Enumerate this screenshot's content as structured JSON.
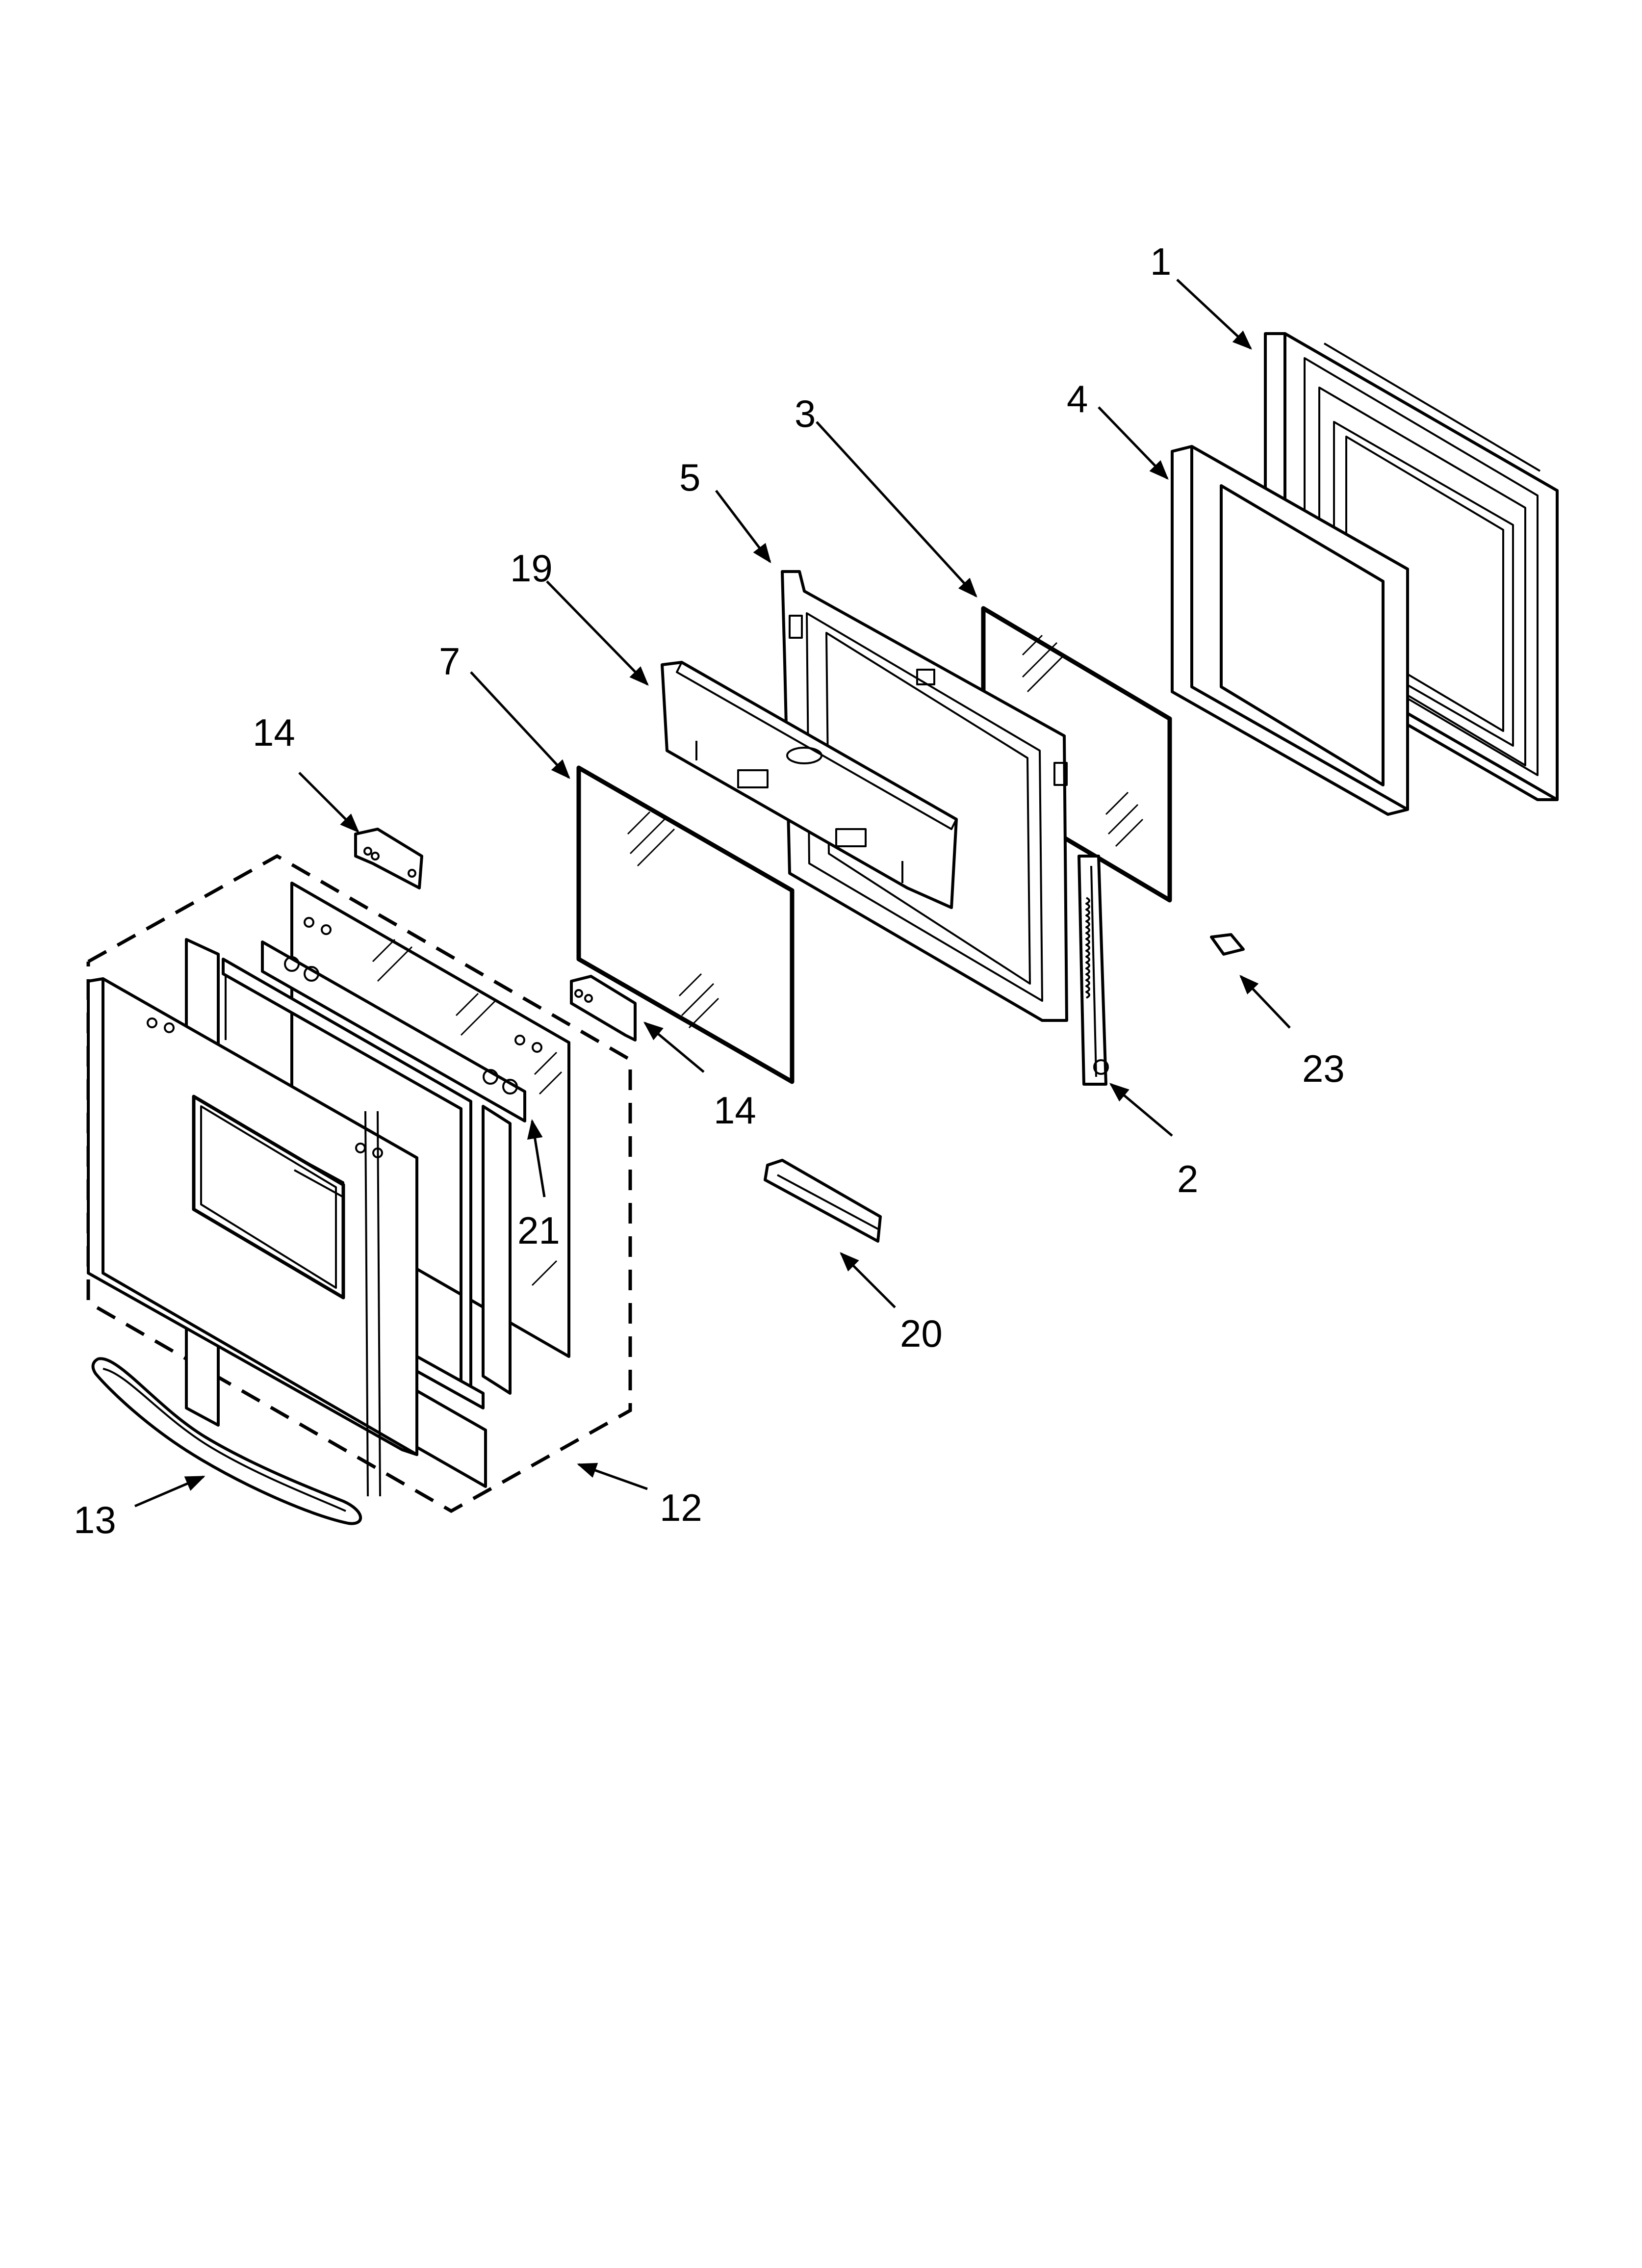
{
  "diagram": {
    "parts": [
      {
        "id": "p1",
        "label": "1"
      },
      {
        "id": "p2",
        "label": "2"
      },
      {
        "id": "p3",
        "label": "3"
      },
      {
        "id": "p4",
        "label": "4"
      },
      {
        "id": "p5",
        "label": "5"
      },
      {
        "id": "p7",
        "label": "7"
      },
      {
        "id": "p12",
        "label": "12"
      },
      {
        "id": "p13",
        "label": "13"
      },
      {
        "id": "p14a",
        "label": "14"
      },
      {
        "id": "p14b",
        "label": "14"
      },
      {
        "id": "p19",
        "label": "19"
      },
      {
        "id": "p20",
        "label": "20"
      },
      {
        "id": "p21",
        "label": "21"
      },
      {
        "id": "p23",
        "label": "23"
      }
    ]
  }
}
